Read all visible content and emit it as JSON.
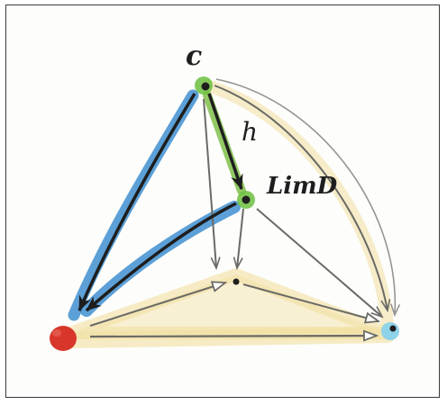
{
  "labels": {
    "c": "c",
    "h": "h",
    "lim": "LimD"
  },
  "colors": {
    "frame_border": "#3a3a3a",
    "yellow_wash": "#f2dfa0",
    "blue_marker": "#3f8fd0",
    "green_marker": "#7fbf4a",
    "red_node": "#d9362b",
    "cyan_node": "#8fd3e8",
    "green_node": "#6cbf3f",
    "ink": "#1e1e1e",
    "pencil": "#6a6a66"
  },
  "nodes": [
    "c",
    "LimD",
    "apex",
    "left-vertex",
    "right-vertex"
  ]
}
